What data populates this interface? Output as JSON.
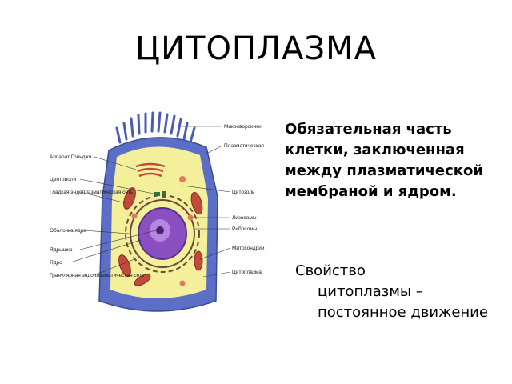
{
  "slide": {
    "title": "ЦИТОПЛАЗМА",
    "definition": "Обязательная часть клетки, заключенная между плазматической мембраной и ядром.",
    "property_line1": "Свойство",
    "property_rest": "цитоплазмы – постоянное движение"
  },
  "figure": {
    "labels_left": [
      "Аппарат Гольджи",
      "Центриоли",
      "Гладкая эндоплазматическая сеть",
      "Оболочка ядра",
      "Ядрышко",
      "Ядро",
      "Гранулярная эндоплазматическая сеть"
    ],
    "labels_right": [
      "Микроворсинки",
      "Плазматическая мембрана",
      "Цитозоль",
      "Лизосомы",
      "Рибосомы",
      "Митохондрии",
      "Цитоплазма"
    ],
    "colors": {
      "membrane": "#5b6fc7",
      "cytoplasm": "#f3ef9a",
      "nucleus": "#8a4fc0",
      "mitochondria": "#c24a3a",
      "er": "#6a4a36"
    }
  }
}
